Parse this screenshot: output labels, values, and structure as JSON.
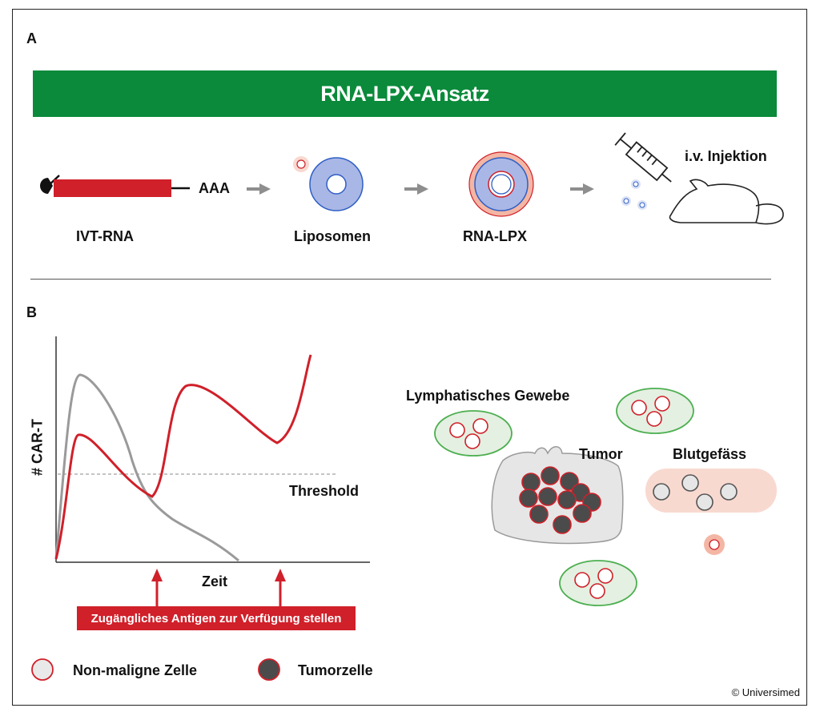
{
  "panel_a": {
    "label": "A",
    "banner_title": "RNA-LPX-Ansatz",
    "rna_tail": "AAA",
    "steps": [
      "IVT-RNA",
      "Liposomen",
      "RNA-LPX"
    ],
    "injection_label": "i.v. Injektion"
  },
  "panel_b": {
    "label": "B",
    "y_axis_label": "# CAR-T",
    "x_axis_label": "Zeit",
    "threshold_label": "Threshold",
    "antigen_bar": "Zugängliches Antigen zur Verfügung stellen",
    "tissue_label": "Lymphatisches Gewebe",
    "tumor_label": "Tumor",
    "vessel_label": "Blutgefäss"
  },
  "legend": {
    "non_malignant": "Non-maligne Zelle",
    "tumor_cell": "Tumorzelle"
  },
  "copyright": "© Universimed",
  "colors": {
    "green": "#0a8a3a",
    "red": "#d0202a",
    "liposome_blue": "#a9b7e6",
    "liposome_outline": "#2f5fc4",
    "salmon": "#f8d9d0",
    "gray_curve": "#9a9a9a",
    "tumor_cell": "#4b4b4b",
    "tissue_green": "#4caf50"
  }
}
